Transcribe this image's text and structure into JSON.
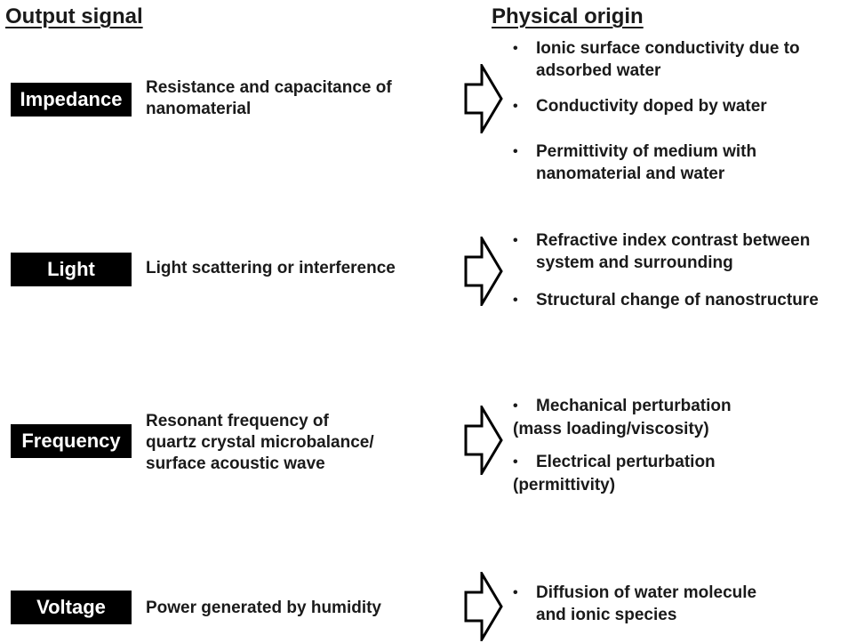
{
  "headings": {
    "output": "Output signal",
    "origin": "Physical origin"
  },
  "bullet_glyph": "•",
  "rows": [
    {
      "label": "Impedance",
      "desc": [
        "Resistance and capacitance of",
        "nanomaterial"
      ],
      "origins": [
        [
          "Ionic surface conductivity due to",
          "adsorbed water"
        ],
        [
          "Conductivity doped by water"
        ],
        [
          "Permittivity of medium with",
          "nanomaterial and water"
        ]
      ]
    },
    {
      "label": "Light",
      "desc": [
        "Light scattering or interference"
      ],
      "origins": [
        [
          "Refractive index contrast between",
          "system and surrounding"
        ],
        [
          "Structural change of nanostructure"
        ]
      ]
    },
    {
      "label": "Frequency",
      "desc": [
        "Resonant frequency of",
        "quartz crystal microbalance/",
        "surface acoustic wave"
      ],
      "origins": [
        [
          "Mechanical perturbation",
          "(mass loading/viscosity)"
        ],
        [
          "Electrical perturbation",
          "(permittivity)"
        ]
      ]
    },
    {
      "label": "Voltage",
      "desc": [
        "Power generated by humidity"
      ],
      "origins": [
        [
          "Diffusion of water molecule",
          "and ionic species"
        ]
      ]
    }
  ]
}
